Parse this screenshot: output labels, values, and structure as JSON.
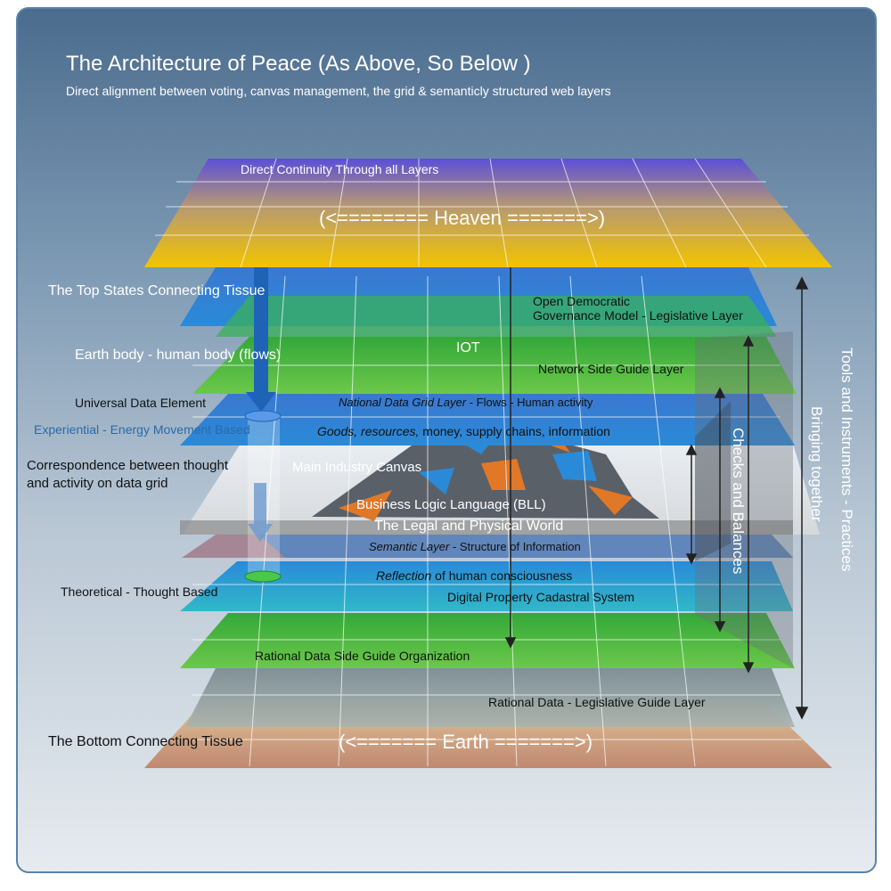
{
  "title": "The Architecture of Peace (As Above, So Below )",
  "subtitle": "Direct alignment between voting, canvas management, the grid & semanticly structured web layers",
  "layers": {
    "heaven_top": "Direct Continuity Through all Layers",
    "heaven": "(<======== Heaven =======>)",
    "legislative": "Open Democratic",
    "legislative_2": "Governance Model - Legislative Layer",
    "iot": "IOT",
    "network": "Network Side Guide Layer",
    "national_grid_a": "National Data Grid Layer",
    "national_grid_b": " - Flows - Human activity",
    "goods_a": "Goods, resources,",
    "goods_b": " money, supply chains, information",
    "canvas": "Main Industry Canvas",
    "bll": "Business Logic Language (BLL)",
    "legal": "The Legal and Physical World",
    "semantic_a": "Semantic Layer",
    "semantic_b": " - Structure of Information",
    "reflection_a": "Reflection",
    "reflection_b": " of human consciousness",
    "cadastral": "Digital Property Cadastral System",
    "rational_org": "Rational Data Side Guide Organization",
    "rational_leg": "Rational Data - Legislative Guide Layer",
    "earth": "(<======= Earth =======>)"
  },
  "left_labels": {
    "top_tissue": "The Top States Connecting Tissue",
    "earth_body": "Earth body - human body (flows)",
    "universal": "Universal Data Element",
    "experiential": "Experiential - Energy Movement Based",
    "correspondence_1": "Correspondence between thought",
    "correspondence_2": "and activity on data grid",
    "theoretical": "Theoretical - Thought Based",
    "bottom_tissue": "The Bottom Connecting Tissue"
  },
  "right_labels": {
    "checks": "Checks and Balances",
    "bringing": "Bringing together",
    "tools": "Tools and Instruments - Practices"
  },
  "colors": {
    "frame_border": "#5a82a8",
    "heaven_top": "#5b4fd8",
    "heaven_bottom": "#f2c400",
    "blue_layer": "#2a8ad8",
    "green_layer": "#49b83c",
    "cyan_layer": "#2aa8c8",
    "earth_layer": "#c89a80",
    "flow_arrow": "#1f63b6"
  },
  "icons": {
    "data_element_top": "blue-disc-icon",
    "data_element_bottom": "green-disc-icon"
  }
}
